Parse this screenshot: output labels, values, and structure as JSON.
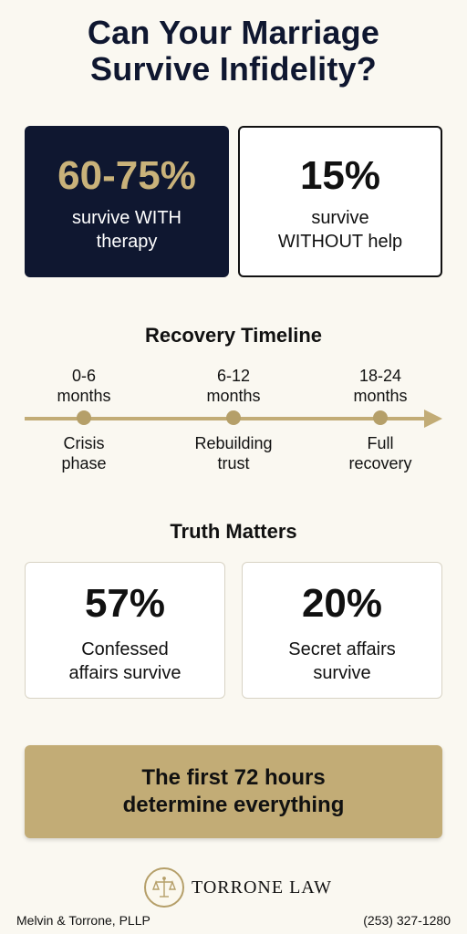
{
  "title": {
    "line1": "Can Your Marriage",
    "line2": "Survive Infidelity?"
  },
  "stats": [
    {
      "value": "60-75%",
      "desc_line1": "survive WITH",
      "desc_line2": "therapy"
    },
    {
      "value": "15%",
      "desc_line1": "survive",
      "desc_line2": "WITHOUT help"
    }
  ],
  "timeline": {
    "heading": "Recovery Timeline",
    "points": [
      {
        "period_line1": "0-6",
        "period_line2": "months",
        "phase_line1": "Crisis",
        "phase_line2": "phase"
      },
      {
        "period_line1": "6-12",
        "period_line2": "months",
        "phase_line1": "Rebuilding",
        "phase_line2": "trust"
      },
      {
        "period_line1": "18-24",
        "period_line2": "months",
        "phase_line1": "Full",
        "phase_line2": "recovery"
      }
    ]
  },
  "truth": {
    "heading": "Truth Matters",
    "items": [
      {
        "value": "57%",
        "desc_line1": "Confessed",
        "desc_line2": "affairs survive"
      },
      {
        "value": "20%",
        "desc_line1": "Secret affairs",
        "desc_line2": "survive"
      }
    ]
  },
  "callout": {
    "line1": "The first 72 hours",
    "line2": "determine everything"
  },
  "brand": {
    "name": "TORRONE LAW",
    "logo_icon": "scales-of-justice-icon"
  },
  "footer": {
    "firm": "Melvin & Torrone, PLLP",
    "phone": "(253) 327-1280"
  },
  "colors": {
    "navy": "#0f1730",
    "gold": "#c2ac76",
    "gold_text": "#c9b27a",
    "background": "#faf8f1"
  }
}
